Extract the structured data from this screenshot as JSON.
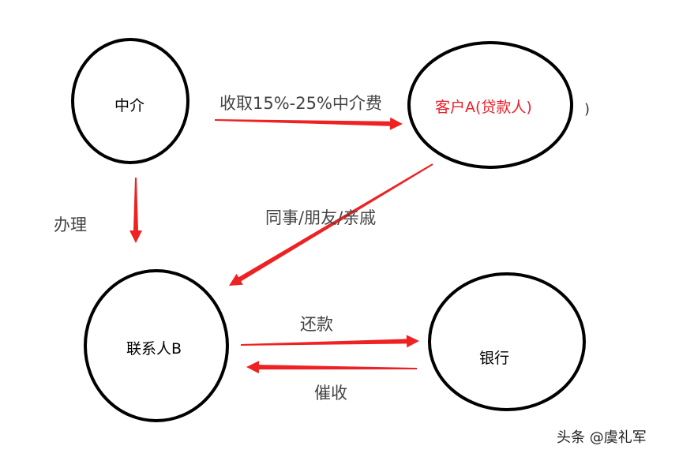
{
  "nodes": {
    "agency": {
      "label": "中介"
    },
    "customer": {
      "label": "客户A(贷款人)",
      "color": "#e8202a"
    },
    "contact": {
      "label": "联系人B"
    },
    "bank": {
      "label": "银行"
    }
  },
  "edges": {
    "fee": {
      "label": "收取15%-25%中介费"
    },
    "handle": {
      "label": "办理"
    },
    "relation": {
      "label": "同事/朋友/亲戚"
    },
    "repay": {
      "label": "还款"
    },
    "collect": {
      "label": "催收"
    }
  },
  "stray_mark": ")",
  "arrow_color": "#ee2222",
  "watermark": "头条 @虞礼军"
}
